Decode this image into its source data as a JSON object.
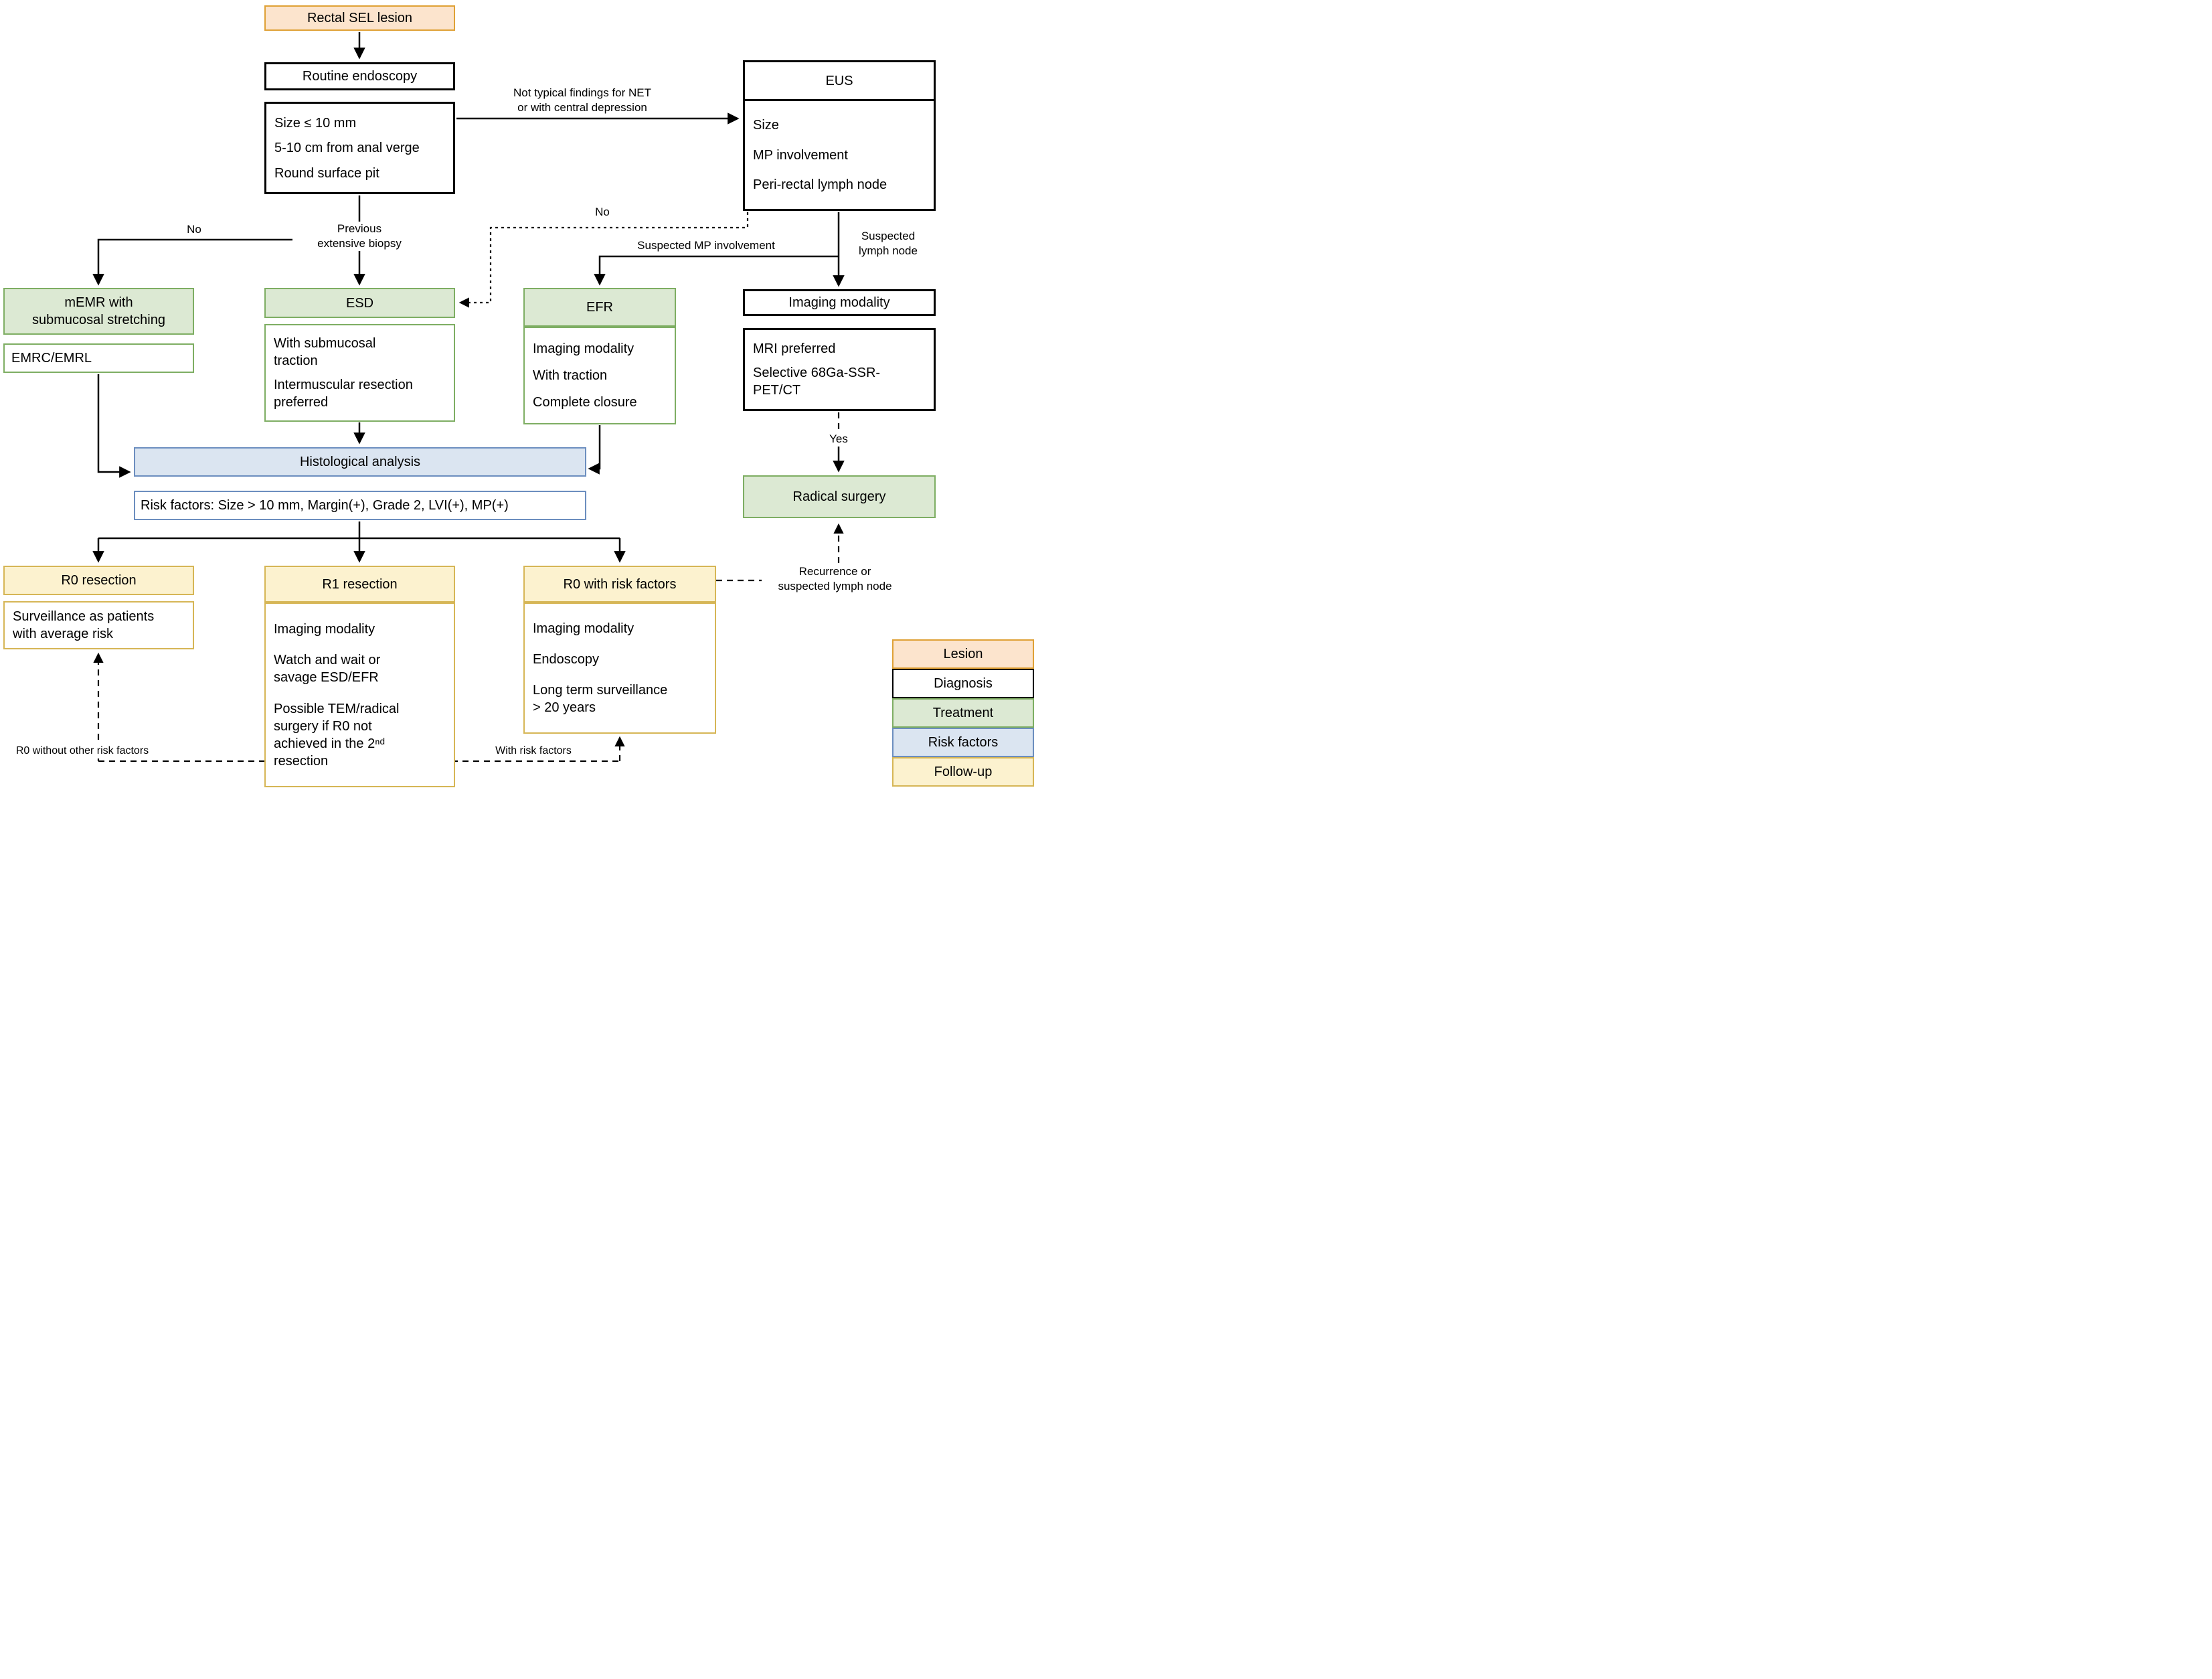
{
  "palette": {
    "lesion_fill": "#FCE4CD",
    "lesion_border": "#DFA136",
    "diagnosis_fill": "#FFFFFF",
    "diagnosis_border": "#000000",
    "treatment_fill": "#DCE9D3",
    "treatment_border": "#7EAE63",
    "risk_fill": "#DBE5F1",
    "risk_border": "#6C8EBF",
    "followup_fill": "#FCF2CF",
    "followup_border": "#D6B656"
  },
  "nodes": {
    "rectal": {
      "label": "Rectal SEL lesion"
    },
    "routine": {
      "label": "Routine endoscopy"
    },
    "criteria": {
      "lines": [
        "Size ≤ 10 mm",
        "5-10 cm from anal verge",
        "Round surface pit"
      ]
    },
    "eus": {
      "title": "EUS",
      "lines": [
        "Size",
        "MP involvement",
        "Peri-rectal lymph node"
      ]
    },
    "memr": {
      "title": [
        "mEMR with",
        "submucosal stretching"
      ],
      "sub": "EMRC/EMRL"
    },
    "esd": {
      "title": "ESD",
      "items": [
        [
          "With submucosal",
          "traction"
        ],
        [
          "Intermuscular resection",
          "preferred"
        ]
      ]
    },
    "efr": {
      "title": "EFR",
      "items": [
        [
          "Imaging modality"
        ],
        [
          "With traction"
        ],
        [
          "Complete closure"
        ]
      ]
    },
    "imaging": {
      "label": "Imaging modality"
    },
    "mri": {
      "items": [
        [
          "MRI preferred"
        ],
        [
          "Selective 68Ga-SSR-",
          "PET/CT"
        ]
      ]
    },
    "histological": {
      "label": "Histological analysis"
    },
    "riskbar": {
      "label": "Risk factors: Size > 10 mm, Margin(+), Grade 2, LVI(+), MP(+)"
    },
    "radical": {
      "label": "Radical surgery"
    },
    "r0": {
      "title": "R0 resection",
      "items": [
        [
          "Surveillance as patients",
          "with average risk"
        ]
      ]
    },
    "r1": {
      "title": "R1 resection",
      "items": [
        [
          "Imaging modality"
        ],
        [
          "Watch and wait or",
          "savage ESD/EFR"
        ],
        [
          "Possible TEM/radical",
          "surgery if R0 not",
          "achieved in the 2ⁿᵈ",
          "resection"
        ]
      ]
    },
    "r0wrf": {
      "title": "R0 with risk factors",
      "items": [
        [
          "Imaging modality"
        ],
        [
          "Endoscopy"
        ],
        [
          "Long term surveillance",
          "> 20 years"
        ]
      ]
    }
  },
  "labels": {
    "not_typical": [
      "Not typical findings for NET",
      "or with central depression"
    ],
    "no_left": "No",
    "previous_biopsy": [
      "Previous",
      "extensive biopsy"
    ],
    "no_dashed": "No",
    "suspected_mp": "Suspected MP involvement",
    "suspected_ln": [
      "Suspected",
      "lymph node"
    ],
    "yes": "Yes",
    "recurrence": [
      "Recurrence or",
      "suspected lymph node"
    ],
    "r0_without": "R0 without other risk factors",
    "with_risk": "With risk factors"
  },
  "legend": [
    {
      "label": "Lesion",
      "css": "background:#FCE4CD;border:2px solid #DFA136"
    },
    {
      "label": "Diagnosis",
      "css": "background:#FFFFFF;border:2px solid #000000"
    },
    {
      "label": "Treatment",
      "css": "background:#DCE9D3;border:2px solid #7EAE63"
    },
    {
      "label": "Risk factors",
      "css": "background:#DBE5F1;border:2px solid #6C8EBF"
    },
    {
      "label": "Follow-up",
      "css": "background:#FCF2CF;border:2px solid #D6B656"
    }
  ]
}
